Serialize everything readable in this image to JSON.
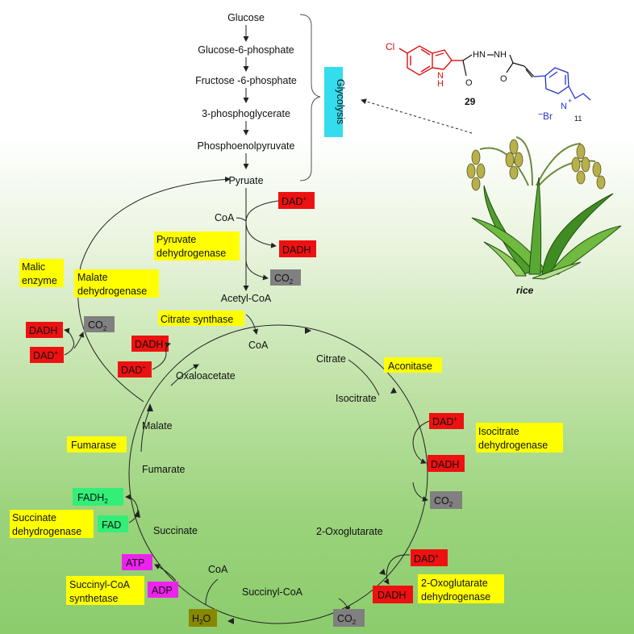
{
  "glycolysis": {
    "steps": [
      "Glucose",
      "Glucose-6-phosphate",
      "Fructose -6-phosphate",
      "3-phosphoglycerate",
      "Phosphoenolpyruvate",
      "Pyruate"
    ],
    "bracket_label": "Glycolysis"
  },
  "pyruvate_step": {
    "coa": "CoA",
    "enzyme": [
      "Pyruvate",
      "dehydrogenase"
    ],
    "dad_plus": "DAD",
    "dadh": "DADH",
    "co2": "CO",
    "co2_sub": "2"
  },
  "malic": {
    "enzyme": [
      "Malic",
      "enzyme"
    ],
    "malate_dh": [
      "Malate",
      "dehydrogenase"
    ],
    "dadh": "DADH",
    "dad_plus": "DAD",
    "co2": "CO",
    "co2_sub": "2"
  },
  "tca": {
    "acetyl_coa": "Acetyl-CoA",
    "citrate_synthase": "Citrate synthase",
    "coa_out": "CoA",
    "metabolites": [
      "Citrate",
      "Isocitrate",
      "2-Oxoglutarate",
      "Succinyl-CoA",
      "Succinate",
      "Fumarate",
      "Malate",
      "Oxaloacetate"
    ],
    "aconitase": "Aconitase",
    "isocitrate_dh": [
      "Isocitrate",
      "dehydrogenase"
    ],
    "oxoglutarate_dh": [
      "2-Oxoglutarate",
      "dehydrogenase"
    ],
    "succinyl_coa_synthetase": [
      "Succinyl-CoA",
      "synthetase"
    ],
    "succinate_dh": [
      "Succinate",
      "dehydrogenase"
    ],
    "fumarase": "Fumarase",
    "oaa_dad_plus": "DAD",
    "oaa_dadh": "DADH",
    "iso_dad_plus": "DAD",
    "iso_dadh": "DADH",
    "iso_co2": "CO",
    "oxo_dad_plus": "DAD",
    "oxo_dadh": "DADH",
    "oxo_co2": "CO",
    "co2_sub": "2",
    "atp": "ATP",
    "adp": "ADP",
    "h2o": "H",
    "h2o_sub": "2",
    "h2o_tail": "O",
    "coa_in": "CoA",
    "fadh2": "FADH",
    "fadh2_sub": "2",
    "fad": "FAD",
    "plus": "+"
  },
  "compound": {
    "number": "29",
    "cl": "Cl",
    "nh_indole": "N",
    "nh_indole_h": "H",
    "hn_1": "HN",
    "nh_2": "NH",
    "o_1": "O",
    "o_2": "O",
    "n_plus": "N",
    "br": "Br",
    "minus": "−",
    "chain": "11"
  },
  "rice_label": "rice",
  "colors": {
    "yellow": "#ffff00",
    "red": "#ee1111",
    "gray": "#808080",
    "cyan": "#33ddee",
    "green": "#33ee77",
    "magenta": "#ee22ee",
    "olive": "#888800",
    "compound_red": "#dd1111",
    "compound_blue": "#2233cc"
  }
}
